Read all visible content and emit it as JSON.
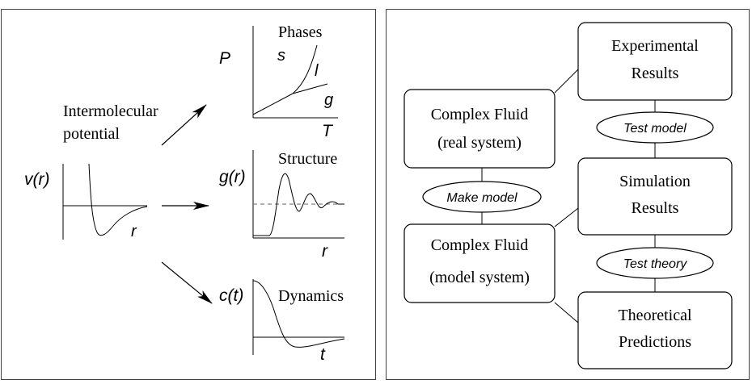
{
  "left_panel": {
    "source_label": {
      "line1": "Intermolecular",
      "line2": "potential"
    },
    "potential": {
      "ylabel": "v(r)",
      "xlabel": "r"
    },
    "phases": {
      "title": "Phases",
      "ylabel": "P",
      "xlabel": "T",
      "labels": {
        "solid": "s",
        "liquid": "l",
        "gas": "g"
      }
    },
    "structure": {
      "title": "Structure",
      "ylabel": "g(r)",
      "xlabel": "r"
    },
    "dynamics": {
      "title": "Dynamics",
      "ylabel": "c(t)",
      "xlabel": "t"
    }
  },
  "right_panel": {
    "boxes": {
      "experimental": {
        "line1": "Experimental",
        "line2": "Results"
      },
      "real_fluid": {
        "line1": "Complex Fluid",
        "line2": "(real system)"
      },
      "simulation": {
        "line1": "Simulation",
        "line2": "Results"
      },
      "model_fluid": {
        "line1": "Complex Fluid",
        "line2": "(model system)"
      },
      "theory": {
        "line1": "Theoretical",
        "line2": "Predictions"
      }
    },
    "ovals": {
      "test_model": "Test model",
      "make_model": "Make model",
      "test_theory": "Test theory"
    }
  }
}
